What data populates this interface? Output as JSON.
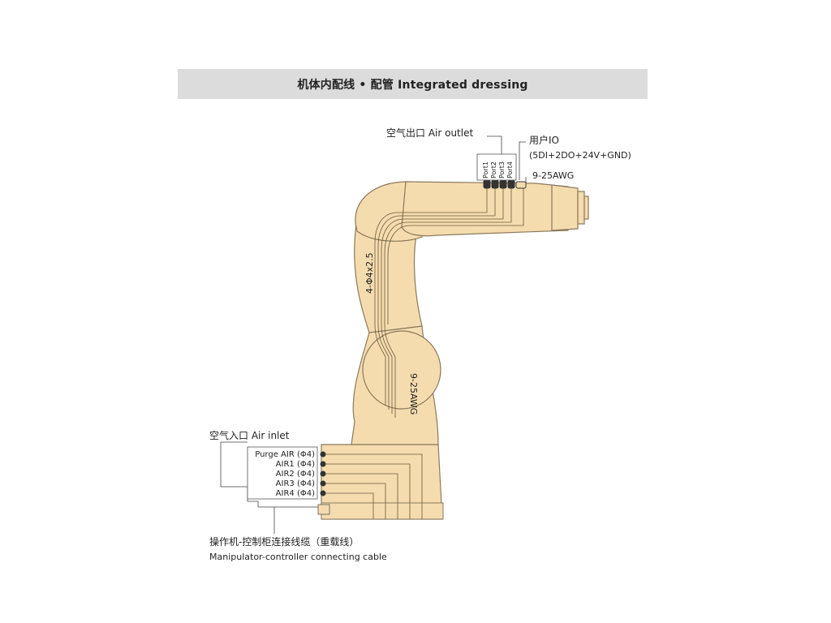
{
  "header": {
    "title": "机体内配线 • 配管 Integrated dressing"
  },
  "labels": {
    "air_outlet": "空气出口 Air outlet",
    "user_io_title": "用户IO",
    "user_io_spec": "(5DI+2DO+24V+GND)",
    "awg_top": "9-25AWG",
    "tube_spec": "4-Φ4x2.5",
    "awg_arm": "9-25AWG",
    "air_inlet": "空气入口 Air inlet",
    "cable_cn": "操作机-控制柜连接线缆（重载线）",
    "cable_en": "Manipulator-controller connecting cable"
  },
  "ports": [
    "Port1",
    "Port2",
    "Port3",
    "Port4"
  ],
  "air_inlets": [
    "Purge AIR (Φ4)",
    "AIR1 (Φ4)",
    "AIR2 (Φ4)",
    "AIR3 (Φ4)",
    "AIR4 (Φ4)"
  ],
  "colors": {
    "robot_fill": "#f5dcae",
    "robot_stroke": "#8a7a5c",
    "line": "#6b5a3e",
    "header_bg": "#dcdcdc"
  }
}
